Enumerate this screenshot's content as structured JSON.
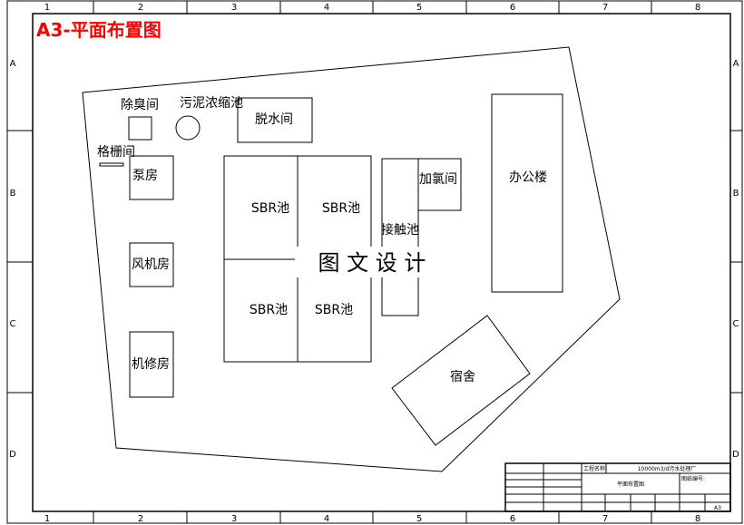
{
  "title": "A3-平面布置图",
  "title_color": "#ff0000",
  "columns": [
    "1",
    "2",
    "3",
    "4",
    "5",
    "6",
    "7",
    "8"
  ],
  "rows": [
    "A",
    "B",
    "C",
    "D"
  ],
  "buildings": {
    "deodor": "除臭间",
    "sludge_thickener": "污泥浓缩池",
    "dewater": "脱水间",
    "screen": "格栅间",
    "pump": "泵房",
    "blower": "风机房",
    "repair": "机修房",
    "sbr1": "SBR池",
    "sbr2": "SBR池",
    "sbr3": "SBR池",
    "sbr4": "SBR池",
    "contact": "接触池",
    "chlorine": "加氯间",
    "office": "办公楼",
    "dorm": "宿舍"
  },
  "watermark": "图 文 设 计",
  "title_block": {
    "project_label": "工程名称",
    "project": "10000m3/d污水处理厂",
    "drawing": "平面布置图",
    "drawing_no": "图纸编号:",
    "size": "A3"
  }
}
